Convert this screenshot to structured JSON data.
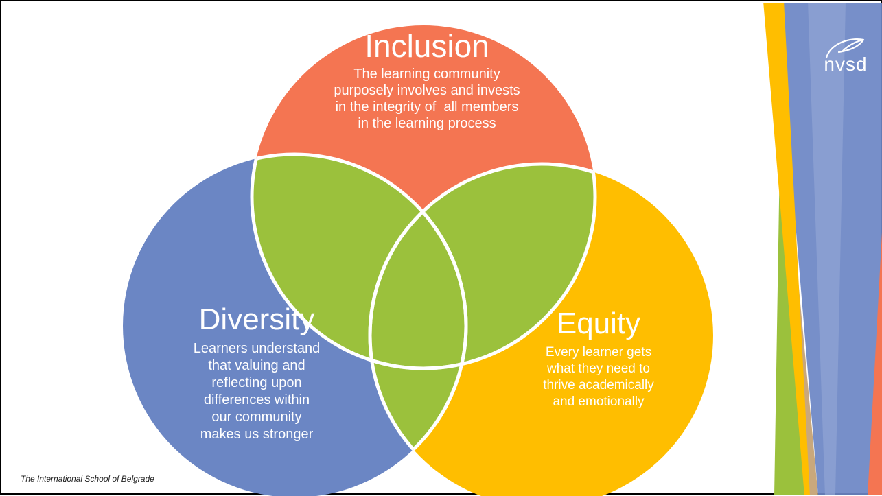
{
  "circles": {
    "inclusion": {
      "title": "Inclusion",
      "description": [
        "The learning community",
        "purposely involves and invests",
        "in the integrity of  all members",
        "in the learning process"
      ],
      "color": "#F47552"
    },
    "diversity": {
      "title": "Diversity",
      "description": [
        "Learners understand",
        "that valuing and",
        "reflecting upon",
        "differences within",
        "our community",
        "makes us stronger"
      ],
      "color": "#6B86C4"
    },
    "equity": {
      "title": "Equity",
      "description": [
        "Every learner gets",
        "what they need to",
        "thrive academically",
        "and emotionally"
      ],
      "color": "#FFBE00"
    }
  },
  "overlap_color": "#9BC13C",
  "footer": "The International School of Belgrade",
  "logo": {
    "text": "nvsd",
    "icon": "leaf-icon"
  },
  "decoration_colors": [
    "#FFBE00",
    "#6B86C4",
    "#9BC13C",
    "#F47552",
    "#C9A87C"
  ]
}
